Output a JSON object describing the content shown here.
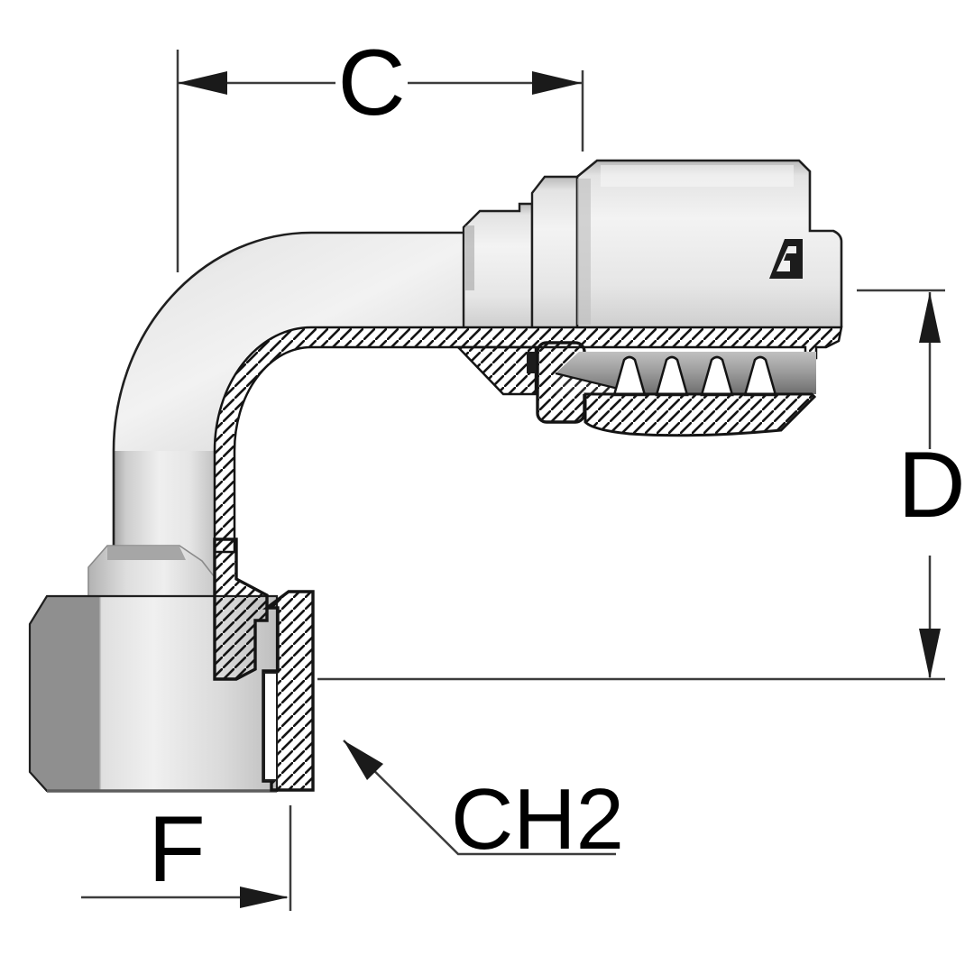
{
  "drawing": {
    "title": "90-degree elbow hose fitting, half-section technical drawing",
    "brand_icon": "stylized-G-logo"
  },
  "dimensions": {
    "c_label": "C",
    "d_label": "D",
    "f_label": "F",
    "ch2_label": "CH2"
  },
  "colors": {
    "background": "#ffffff",
    "outline": "#1f1f1f",
    "dimension_line": "#3c3c3c",
    "label_text": "#000000",
    "body_light": "#f1f1f1",
    "body_mid": "#d9d9d9",
    "body_dark": "#9a9a9a",
    "tooth_dark": "#6e6e6e"
  }
}
